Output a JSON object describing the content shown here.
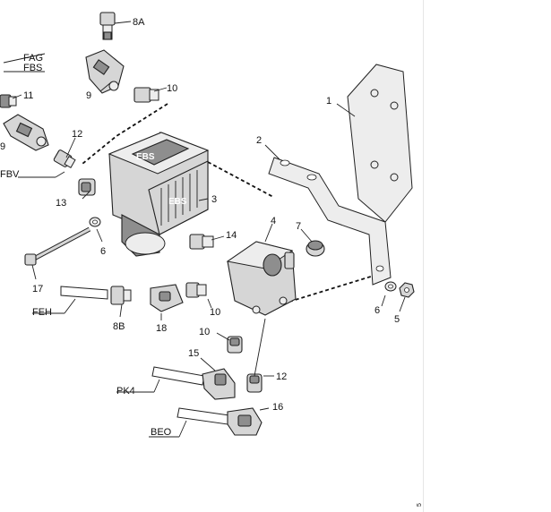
{
  "callouts": {
    "c1": "1",
    "c2": "2",
    "c3": "3",
    "c4": "4",
    "c5": "5",
    "c6a": "6",
    "c6b": "6",
    "c7": "7",
    "c8A": "8A",
    "c8B": "8B",
    "c9a": "9",
    "c9b": "9",
    "c10a": "10",
    "c10b": "10",
    "c10c": "10",
    "c11": "11",
    "c12a": "12",
    "c12b": "12",
    "c13": "13",
    "c14": "14",
    "c15": "15",
    "c16": "16",
    "c17": "17",
    "c18": "18"
  },
  "line_labels": {
    "fag": "FAG",
    "fbs": "FBS",
    "fbv": "FBV",
    "feh": "FEH",
    "pk4": "PK4",
    "beo": "BEO"
  },
  "module_text": "EBS",
  "corner_mark": "5"
}
